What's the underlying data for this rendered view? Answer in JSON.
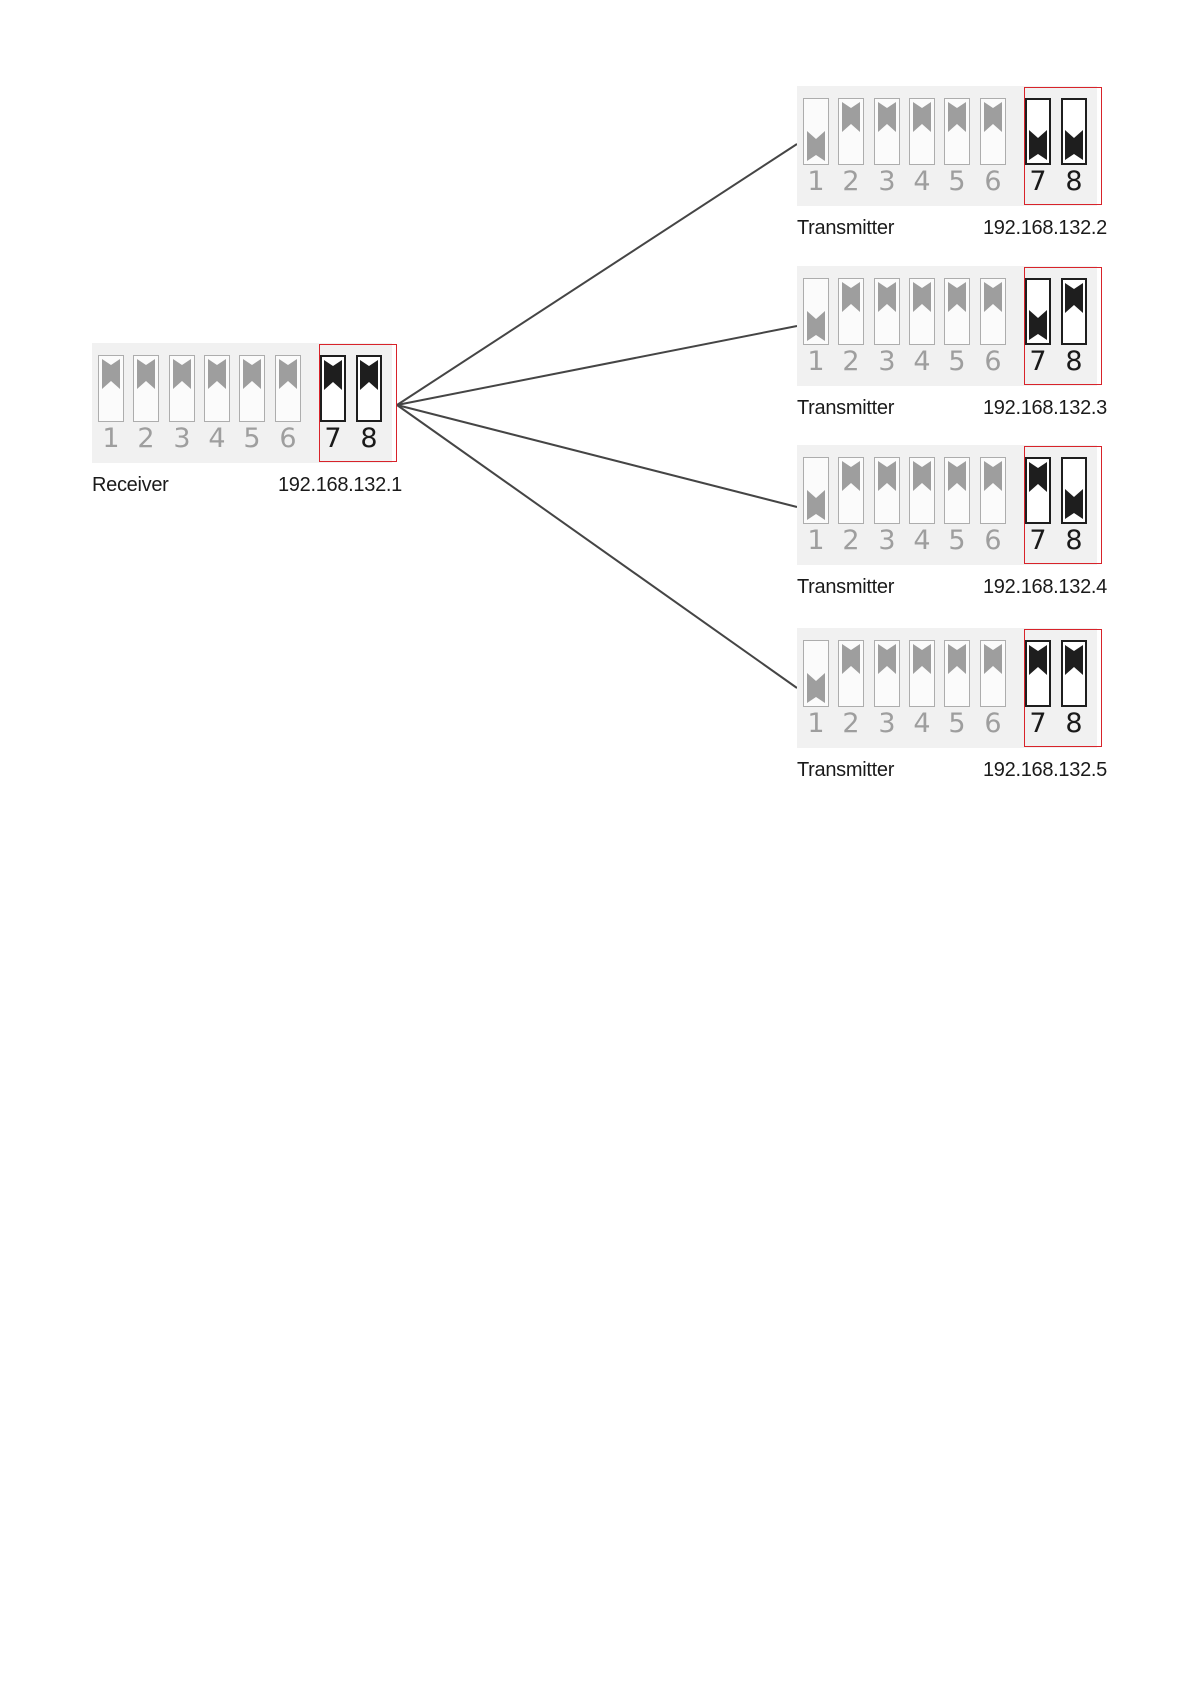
{
  "colors": {
    "panel_bg": "#f1f1f1",
    "inactive_switch": "#9e9e9e",
    "active_switch": "#1e1e1e",
    "highlight_border": "#d8232a",
    "link_line": "#454545"
  },
  "devices": [
    {
      "id": "receiver",
      "label": "Receiver",
      "ip": "192.168.132.1",
      "switches": [
        {
          "number": "1",
          "state": "up"
        },
        {
          "number": "2",
          "state": "up"
        },
        {
          "number": "3",
          "state": "up"
        },
        {
          "number": "4",
          "state": "up"
        },
        {
          "number": "5",
          "state": "up"
        },
        {
          "number": "6",
          "state": "up"
        },
        {
          "number": "7",
          "state": "up"
        },
        {
          "number": "8",
          "state": "up"
        }
      ]
    },
    {
      "id": "transmitter-2",
      "label": "Transmitter",
      "ip": "192.168.132.2",
      "switches": [
        {
          "number": "1",
          "state": "down"
        },
        {
          "number": "2",
          "state": "up"
        },
        {
          "number": "3",
          "state": "up"
        },
        {
          "number": "4",
          "state": "up"
        },
        {
          "number": "5",
          "state": "up"
        },
        {
          "number": "6",
          "state": "up"
        },
        {
          "number": "7",
          "state": "down"
        },
        {
          "number": "8",
          "state": "down"
        }
      ]
    },
    {
      "id": "transmitter-3",
      "label": "Transmitter",
      "ip": "192.168.132.3",
      "switches": [
        {
          "number": "1",
          "state": "down"
        },
        {
          "number": "2",
          "state": "up"
        },
        {
          "number": "3",
          "state": "up"
        },
        {
          "number": "4",
          "state": "up"
        },
        {
          "number": "5",
          "state": "up"
        },
        {
          "number": "6",
          "state": "up"
        },
        {
          "number": "7",
          "state": "down"
        },
        {
          "number": "8",
          "state": "up"
        }
      ]
    },
    {
      "id": "transmitter-4",
      "label": "Transmitter",
      "ip": "192.168.132.4",
      "switches": [
        {
          "number": "1",
          "state": "down"
        },
        {
          "number": "2",
          "state": "up"
        },
        {
          "number": "3",
          "state": "up"
        },
        {
          "number": "4",
          "state": "up"
        },
        {
          "number": "5",
          "state": "up"
        },
        {
          "number": "6",
          "state": "up"
        },
        {
          "number": "7",
          "state": "up"
        },
        {
          "number": "8",
          "state": "down"
        }
      ]
    },
    {
      "id": "transmitter-5",
      "label": "Transmitter",
      "ip": "192.168.132.5",
      "switches": [
        {
          "number": "1",
          "state": "down"
        },
        {
          "number": "2",
          "state": "up"
        },
        {
          "number": "3",
          "state": "up"
        },
        {
          "number": "4",
          "state": "up"
        },
        {
          "number": "5",
          "state": "up"
        },
        {
          "number": "6",
          "state": "up"
        },
        {
          "number": "7",
          "state": "up"
        },
        {
          "number": "8",
          "state": "up"
        }
      ]
    }
  ]
}
